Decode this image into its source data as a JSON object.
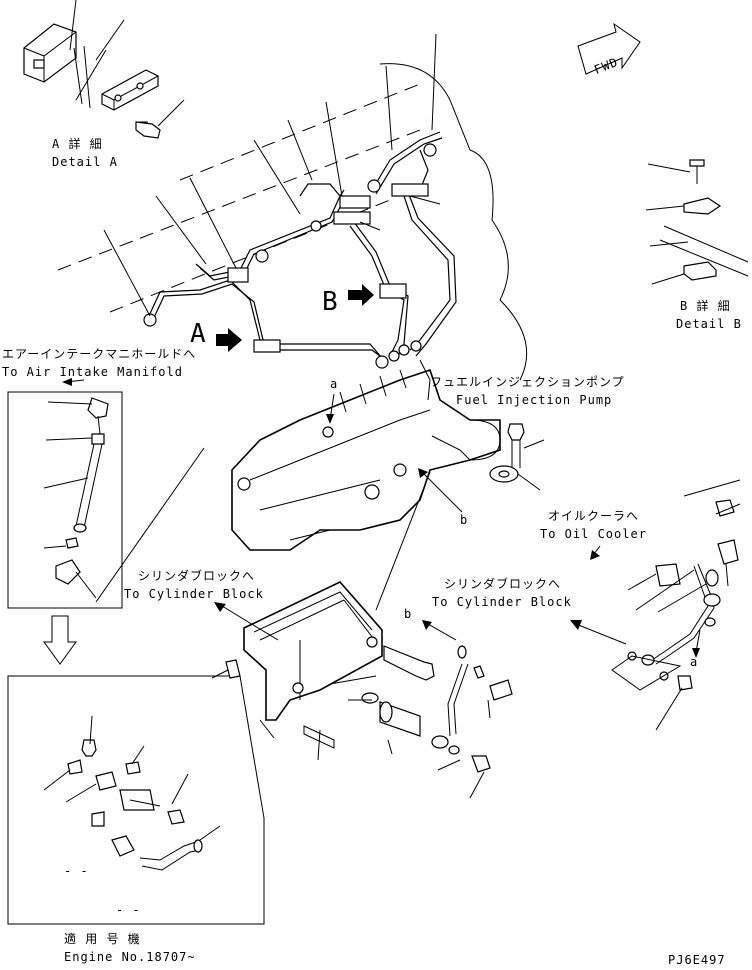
{
  "detail_a": {
    "jp": "A 詳 細",
    "en": "Detail A"
  },
  "detail_b": {
    "jp": "B 詳 細",
    "en": "Detail B"
  },
  "fwd": "FWD",
  "air_intake": {
    "jp": "エアーインテークマニホールドへ",
    "en": "To Air Intake Manifold"
  },
  "fuel_pump": {
    "jp": "フュエルインジェクションポンプ",
    "en": "Fuel Injection Pump"
  },
  "oil_cooler": {
    "jp": "オイルクーラへ",
    "en": "To Oil Cooler"
  },
  "cyl_block_left": {
    "jp": "シリンダブロックへ",
    "en": "To Cylinder Block"
  },
  "cyl_block_right": {
    "jp": "シリンダブロックへ",
    "en": "To Cylinder Block"
  },
  "applicable": {
    "jp": "適 用 号 機",
    "en": "Engine No.18707~"
  },
  "markers": {
    "A": "A",
    "B": "B",
    "a_top": "a",
    "b_mid": "b",
    "b_low": "b",
    "a_right": "a"
  },
  "part_code": "PJ6E497"
}
